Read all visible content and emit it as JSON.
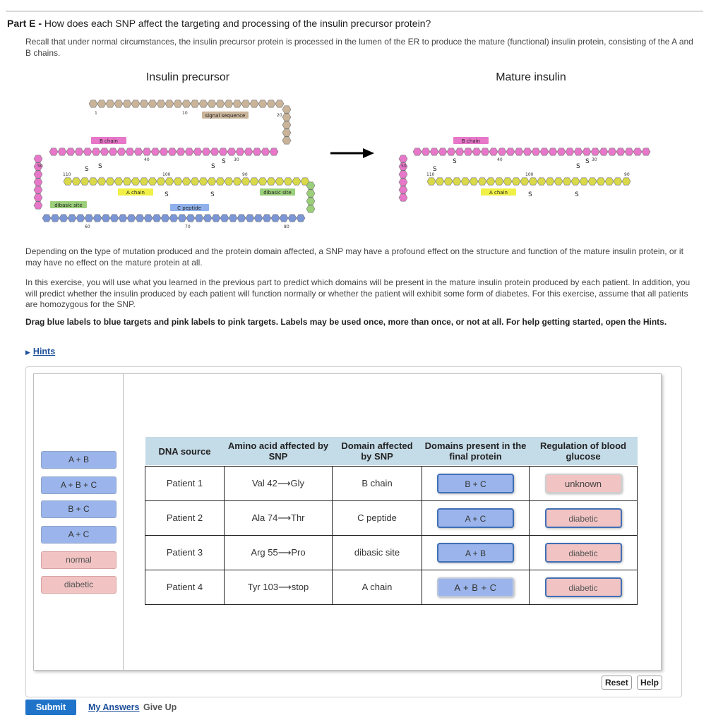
{
  "header": {
    "part_label": "Part E -",
    "question": "How does each SNP affect the targeting and processing of the insulin precursor protein?"
  },
  "paragraphs": {
    "recall": "Recall that under normal circumstances, the insulin precursor protein is processed in the lumen of the ER to produce the mature (functional) insulin protein, consisting of the A and B chains.",
    "depending": "Depending on the type of mutation produced and the protein domain affected, a SNP may have a profound effect on the structure and function of the mature insulin protein, or it may have no effect on the mature protein at all.",
    "exercise": "In this exercise, you will use what you learned in the previous part to predict which domains will be present in the mature insulin protein produced by each patient. In addition, you will predict whether the insulin produced by each patient will function normally or whether the patient will exhibit some form of diabetes. For this exercise, assume that all patients are homozygous for the SNP.",
    "instruction": "Drag blue labels to blue targets and pink labels to pink targets. Labels may be used once, more than once, or not at all. For help getting started, open the Hints."
  },
  "diagram": {
    "left_title": "Insulin precursor",
    "right_title": "Mature insulin",
    "labels": {
      "b_chain": "B chain",
      "a_chain": "A chain",
      "signal_sequence": "signal sequence",
      "c_peptide": "C peptide",
      "dibasic_site": "dibasic site",
      "disulfide": "S"
    },
    "residue_numbers": {
      "n1": "1",
      "n10": "10",
      "n20": "20",
      "n30": "30",
      "n40": "40",
      "n50": "50",
      "n60": "60",
      "n70": "70",
      "n80": "80",
      "n90": "90",
      "n100": "100",
      "n110": "110"
    },
    "colors": {
      "b_chain": "#e777c8",
      "a_chain": "#d9d94a",
      "c_peptide": "#7b96d6",
      "signal": "#c9b49a",
      "dibasic": "#9bcf7a",
      "arrow": "#000000"
    }
  },
  "hints": {
    "label": "Hints"
  },
  "labels_bank": {
    "blue": [
      "A + B",
      "A + B + C",
      "B + C",
      "A + C"
    ],
    "pink": [
      "normal",
      "diabetic"
    ]
  },
  "table": {
    "headers": [
      "DNA source",
      "Amino acid affected by SNP",
      "Domain affected by SNP",
      "Domains present in the final protein",
      "Regulation of blood glucose"
    ],
    "rows": [
      {
        "source": "Patient 1",
        "amino": "Val 42⟶Gly",
        "domain": "B chain",
        "present": "B + C",
        "regulation": "unknown"
      },
      {
        "source": "Patient 2",
        "amino": "Ala 74⟶Thr",
        "domain": "C peptide",
        "present": "A + C",
        "regulation": "diabetic"
      },
      {
        "source": "Patient 3",
        "amino": "Arg 55⟶Pro",
        "domain": "dibasic site",
        "present": "A + B",
        "regulation": "diabetic"
      },
      {
        "source": "Patient 4",
        "amino": "Tyr 103⟶stop",
        "domain": "A chain",
        "present": "A + B + C",
        "regulation": "diabetic"
      }
    ]
  },
  "controls": {
    "reset": "Reset",
    "help": "Help",
    "submit": "Submit",
    "my_answers": "My Answers",
    "give_up": "Give Up"
  }
}
